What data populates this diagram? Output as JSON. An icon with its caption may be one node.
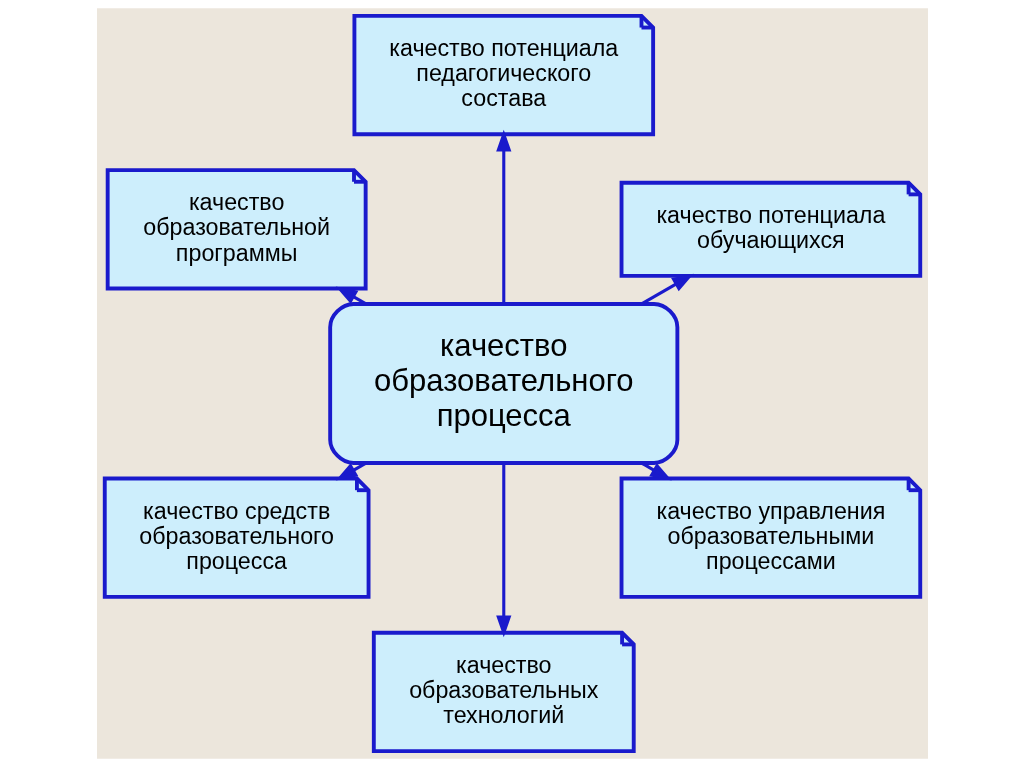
{
  "diagram": {
    "nodes": [
      {
        "text": [
          "качество образовательного процесса"
        ]
      },
      {
        "text": [
          "качество потенциала обучающихся"
        ]
      },
      {
        "text": [
          "качество потенциала педагогического состава"
        ]
      },
      {
        "text": [
          "качество образовательной программы"
        ]
      },
      {
        "text": [
          "качество средств образовательного процесса"
        ]
      },
      {
        "text": [
          "качество образовательных технологий"
        ]
      },
      {
        "text": [
          "качество управления образовательными процессами"
        ]
      }
    ],
    "edges": [
      {
        "from": 0,
        "to": 1,
        "arrow": "to"
      },
      {
        "from": 0,
        "to": 2,
        "arrow": "to"
      },
      {
        "from": 0,
        "to": 3,
        "arrow": "to"
      },
      {
        "from": 0,
        "to": 4,
        "arrow": "to"
      },
      {
        "from": 0,
        "to": 5,
        "arrow": "to"
      },
      {
        "from": 0,
        "to": 6,
        "arrow": "to"
      }
    ]
  }
}
